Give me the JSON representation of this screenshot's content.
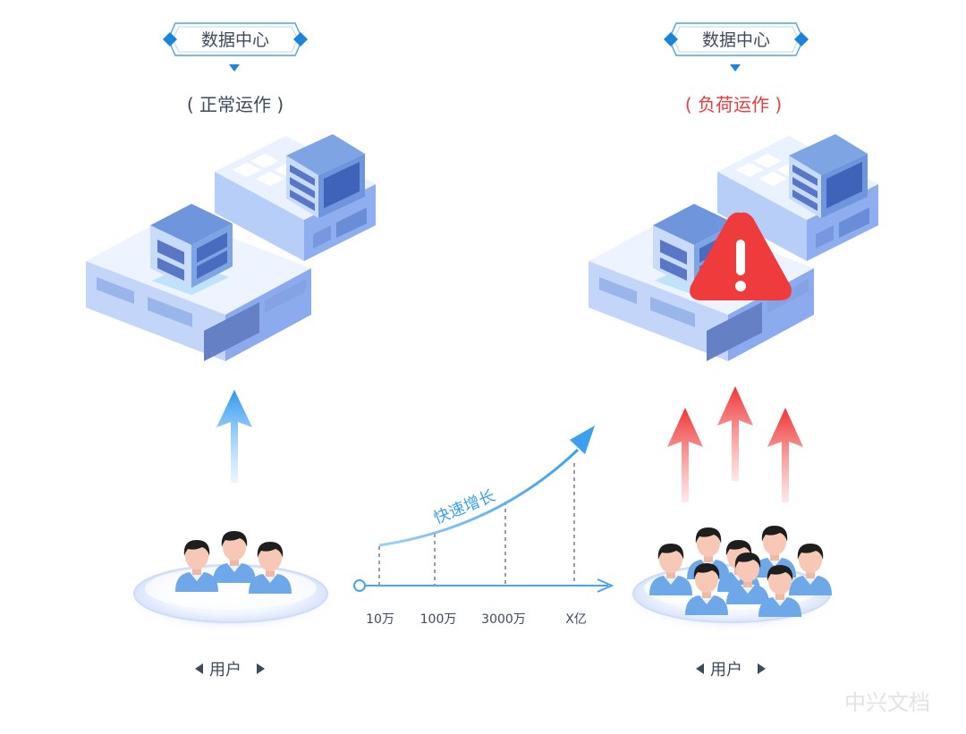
{
  "left": {
    "tag": "数据中心",
    "status": "( 正常运作 )",
    "status_color": "#3d4a5c",
    "users_label": "用户"
  },
  "right": {
    "tag": "数据中心",
    "status": "( 负荷运作 )",
    "status_color": "#ef3b3b",
    "users_label": "用户"
  },
  "growth": {
    "label": "快速增长",
    "ticks": [
      "10万",
      "100万",
      "3000万",
      "X亿"
    ]
  },
  "watermark": "中兴文档",
  "colors": {
    "accent": "#3ba0ee",
    "alert": "#ef3b3b",
    "text": "#3d4a5c",
    "building_light": "#e4eeff",
    "building_mid": "#a9c3f5",
    "building_dark": "#6d8fd6"
  },
  "icons": [
    "diamond-icon",
    "down-triangle-icon",
    "warning-icon",
    "left-triangle-icon",
    "right-triangle-icon",
    "person-icon",
    "up-arrow-icon"
  ]
}
